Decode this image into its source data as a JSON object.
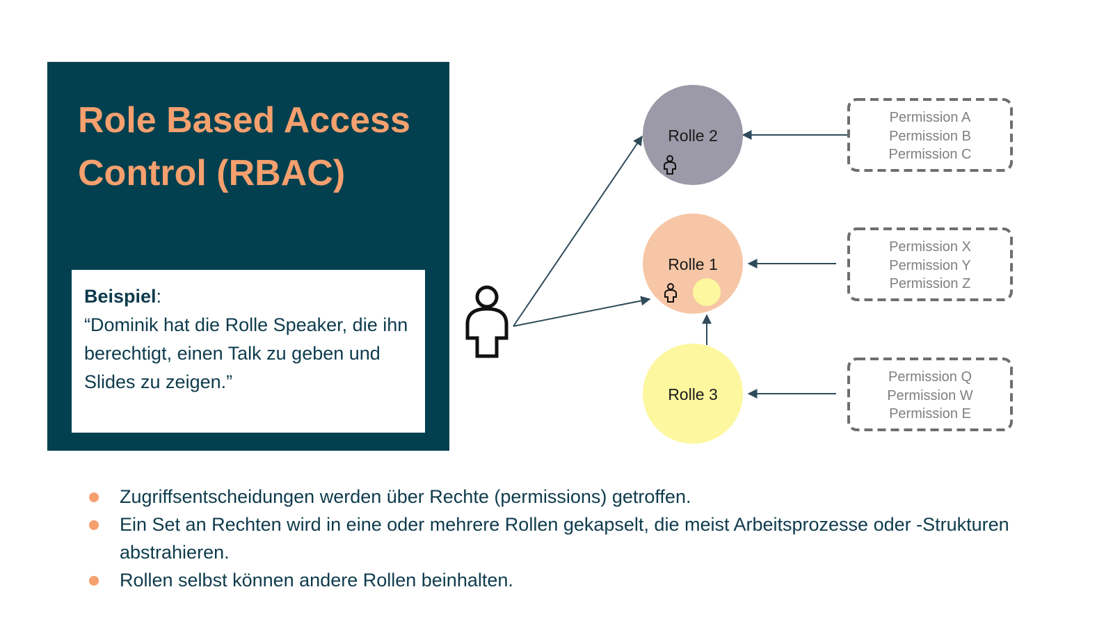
{
  "title": "Role Based Access Control (RBAC)",
  "example": {
    "label": "Beispiel",
    "separator": ":",
    "quote": "“Dominik hat die Rolle Speaker, die ihn berechtigt, einen Talk zu geben und Slides zu zeigen.”"
  },
  "roles": [
    {
      "label": "Rolle 2",
      "color": "#9c9aa8",
      "has_person": true
    },
    {
      "label": "Rolle 1",
      "color": "#f6c6a6",
      "has_person": true
    },
    {
      "label": "Rolle 3",
      "color": "#fdf79f",
      "has_person": false
    }
  ],
  "permission_groups": [
    [
      "Permission A",
      "Permission B",
      "Permission C"
    ],
    [
      "Permission X",
      "Permission Y",
      "Permission Z"
    ],
    [
      "Permission Q",
      "Permission W",
      "Permission E"
    ]
  ],
  "bullets": [
    "Zugriffsentscheidungen werden über Rechte (permissions) getroffen.",
    "Ein Set an Rechten wird in eine oder mehrere Rollen gekapselt, die meist Arbeitsprozesse oder -Strukturen abstrahieren.",
    "Rollen selbst können andere Rollen beinhalten."
  ],
  "colors": {
    "panel": "#03404f",
    "accent": "#f5a06e",
    "text": "#0d3b4c",
    "arrow": "#2f4b5a",
    "permission_border": "#6e6e6e"
  },
  "icons": [
    "user-icon",
    "small-person-icon"
  ]
}
